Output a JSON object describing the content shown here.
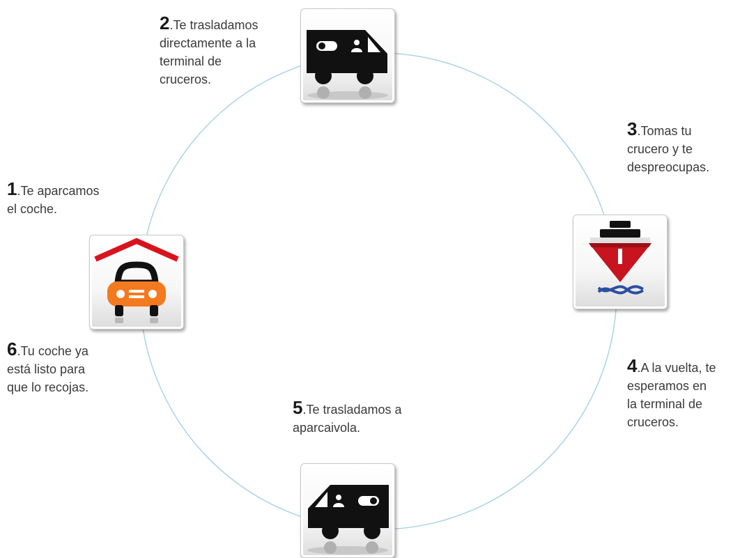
{
  "colors": {
    "ring": "#a9d4e6",
    "van": "#111111",
    "car": "#f47a1f",
    "roof": "#d9131e",
    "ship_hull": "#c8141e",
    "water": "#2b4fa0"
  },
  "steps": [
    {
      "number": "1",
      "sep": ".",
      "lines": [
        "Te aparcamos",
        "el coche."
      ],
      "icon": "parked-car-garage-icon"
    },
    {
      "number": "2",
      "sep": ".",
      "lines": [
        "Te trasladamos",
        "directamente a la",
        "terminal de",
        "cruceros."
      ],
      "icon": "shuttle-van-right-icon"
    },
    {
      "number": "3",
      "sep": ".",
      "lines": [
        "Tomas tu",
        "crucero y te",
        "despreocupas."
      ],
      "icon": "cruise-ship-icon"
    },
    {
      "number": "4",
      "sep": ".",
      "lines": [
        "A la vuelta, te",
        "esperamos en",
        "la terminal de",
        "cruceros."
      ],
      "icon": null
    },
    {
      "number": "5",
      "sep": ".",
      "lines": [
        "Te trasladamos a",
        "aparcaivola."
      ],
      "icon": "shuttle-van-left-icon"
    },
    {
      "number": "6",
      "sep": ".",
      "lines": [
        "Tu coche ya",
        "está listo para",
        "que lo recojas."
      ],
      "icon": null
    }
  ]
}
